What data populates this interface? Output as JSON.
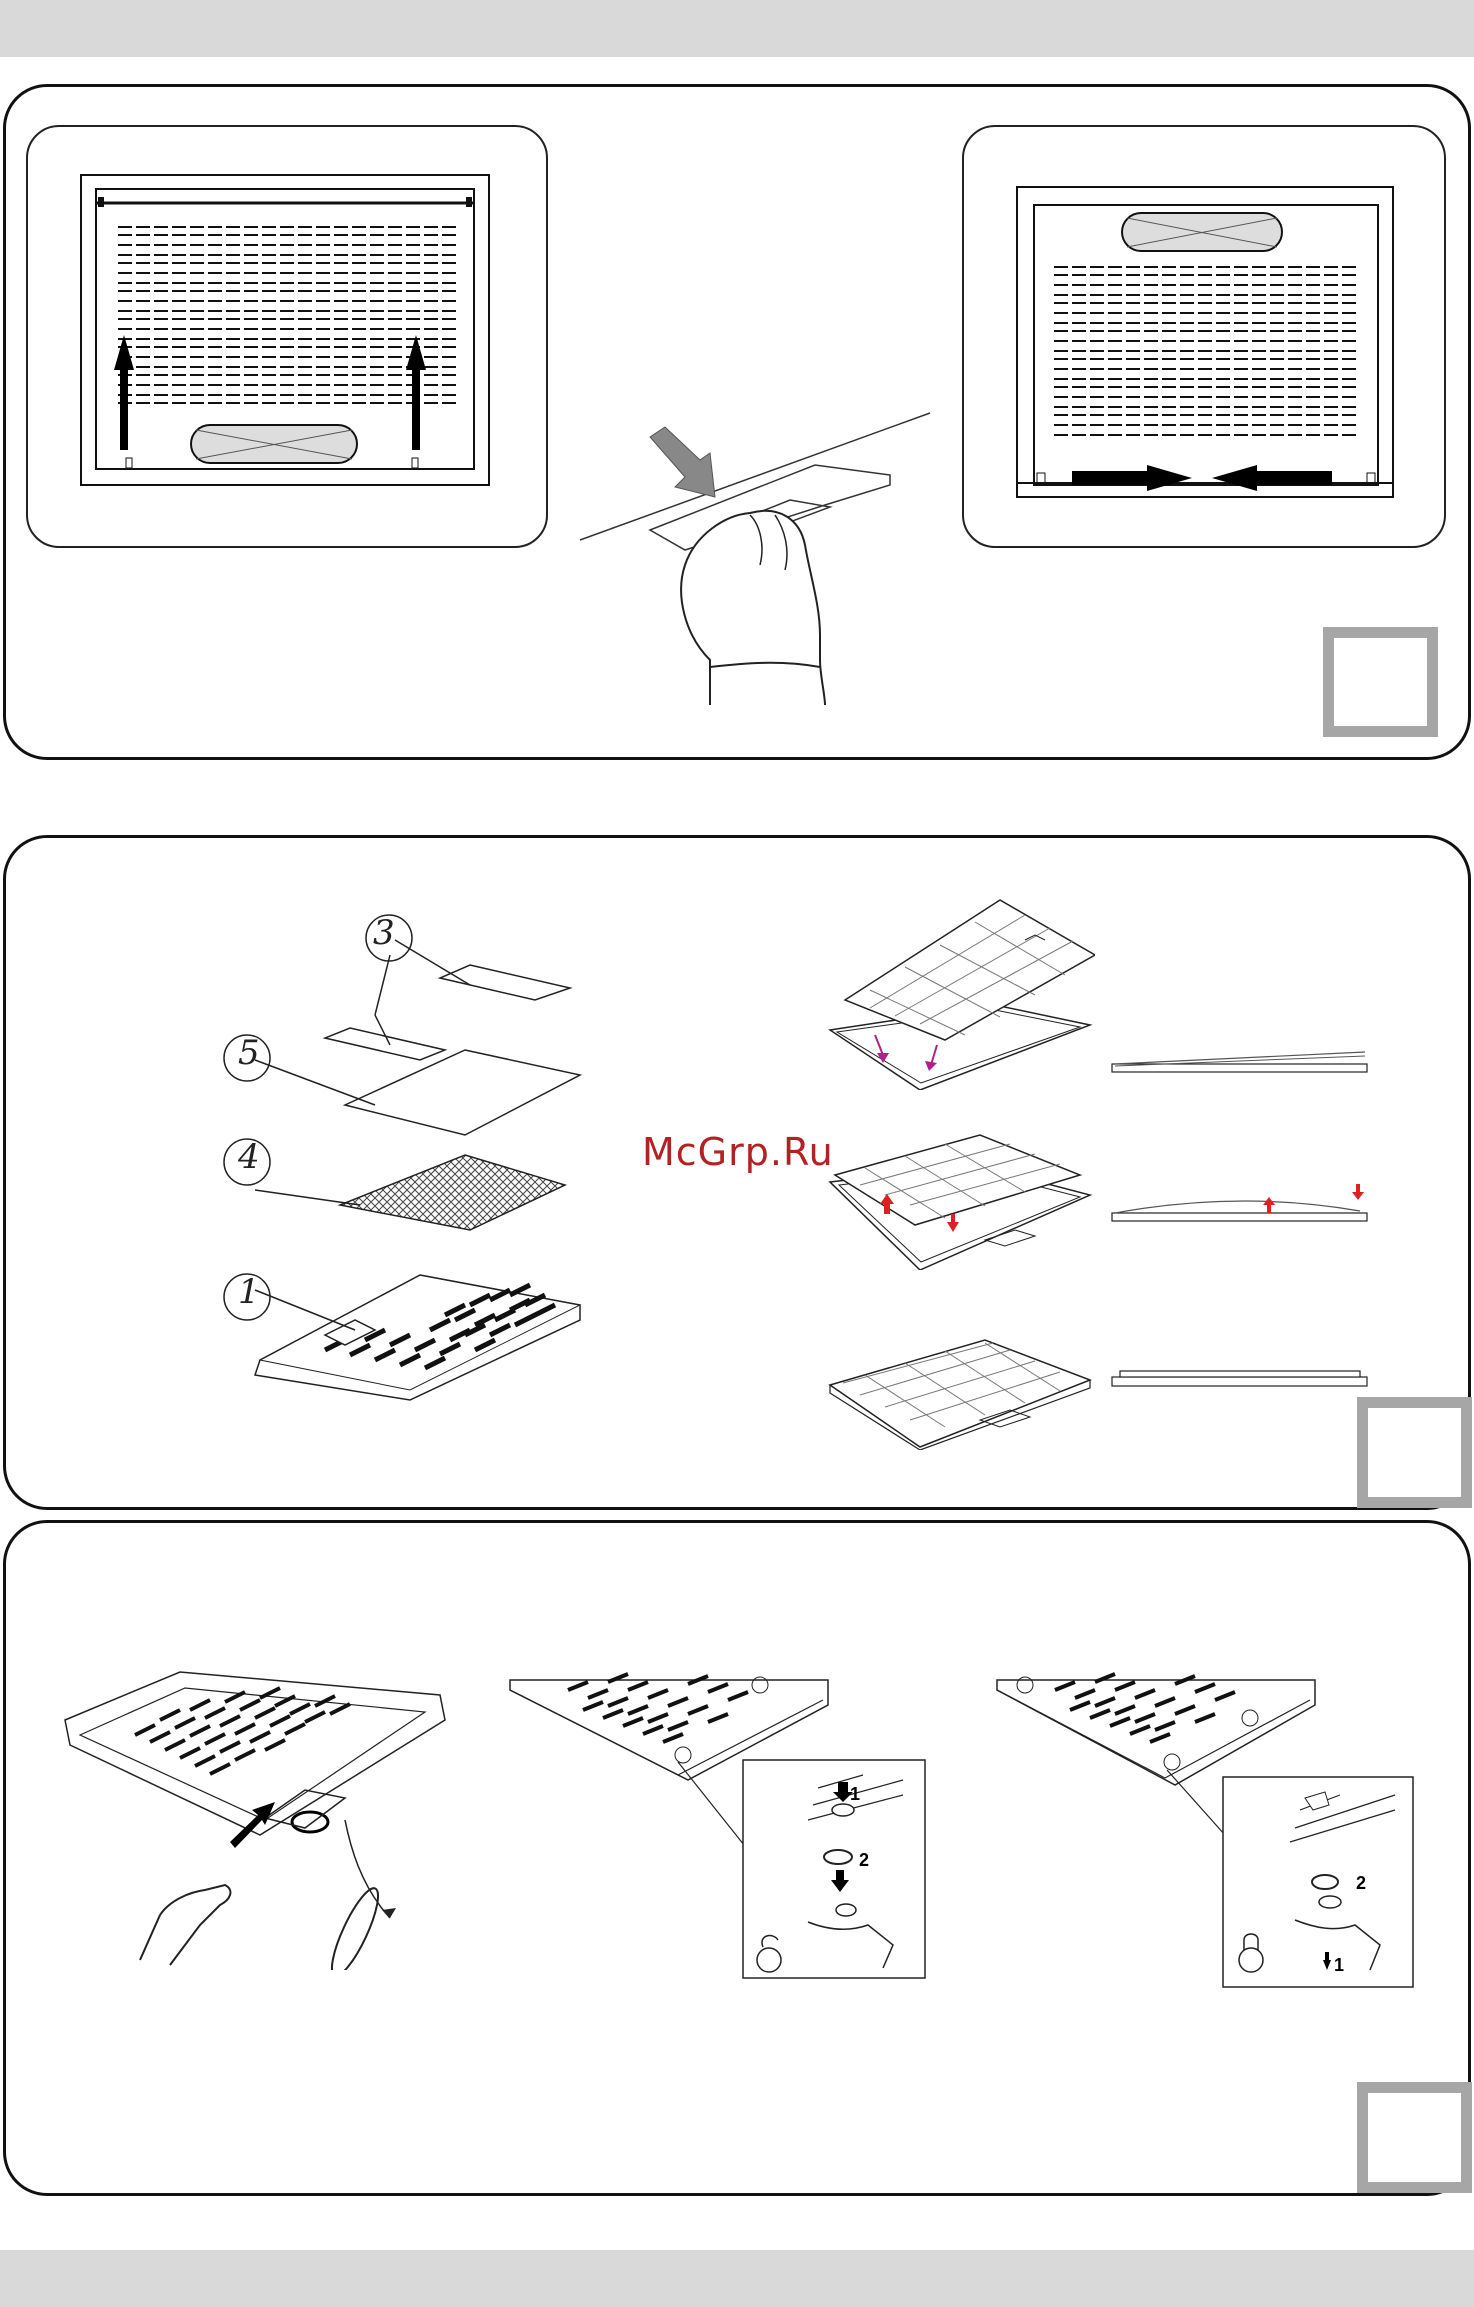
{
  "watermark": "McGrp.Ru",
  "panel2": {
    "callouts": [
      "3",
      "5",
      "4",
      "1"
    ]
  },
  "panel3": {
    "step_labels": [
      "1",
      "2",
      "2",
      "1"
    ]
  },
  "colors": {
    "band": "#d9d9d9",
    "step_box": "#a6a6a6",
    "line": "#111111",
    "red_arrow": "#e02020",
    "pink_arrow": "#b0208a",
    "watermark": "#b22222"
  }
}
